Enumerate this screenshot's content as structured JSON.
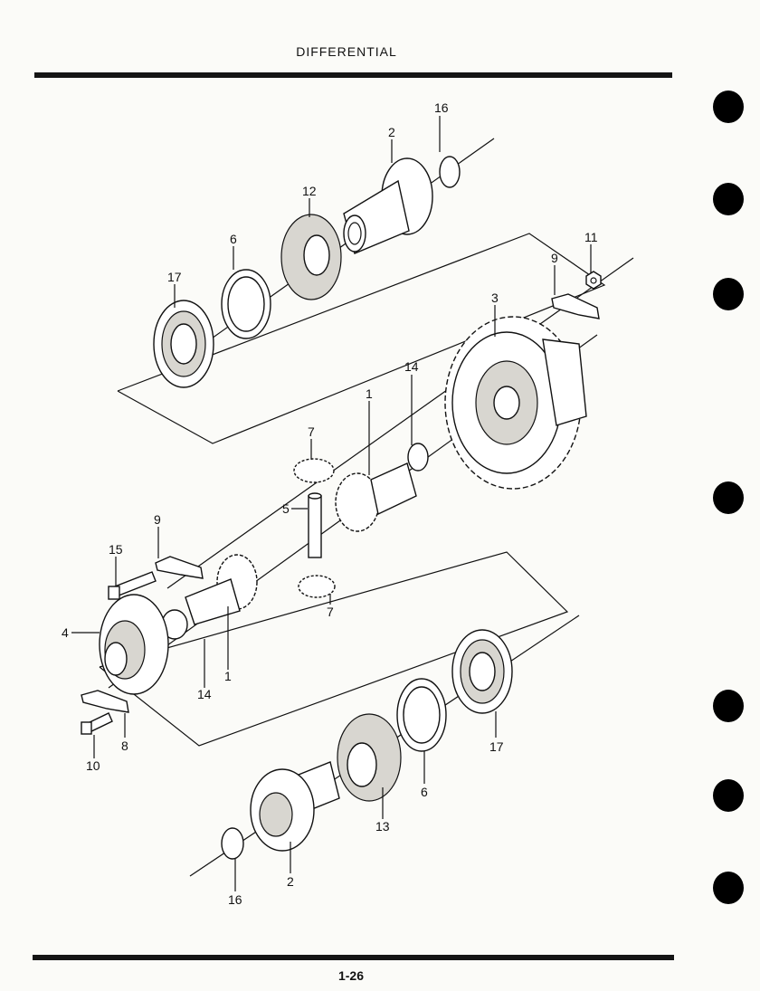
{
  "page": {
    "title": "DIFFERENTIAL",
    "page_number": "1-26"
  },
  "callouts": {
    "c16_top": "16",
    "c2_top": "2",
    "c12": "12",
    "c6_top": "6",
    "c17_top": "17",
    "c11": "11",
    "c9_right": "9",
    "c3": "3",
    "c14_mid": "14",
    "c1_top": "1",
    "c7_top": "7",
    "c5": "5",
    "c9_left": "9",
    "c15": "15",
    "c7_bottom": "7",
    "c4": "4",
    "c14_bottom": "14",
    "c1_bottom": "1",
    "c8": "8",
    "c10": "10",
    "c17_bottom": "17",
    "c6_bottom": "6",
    "c13": "13",
    "c2_bottom": "2",
    "c16_bottom": "16"
  }
}
